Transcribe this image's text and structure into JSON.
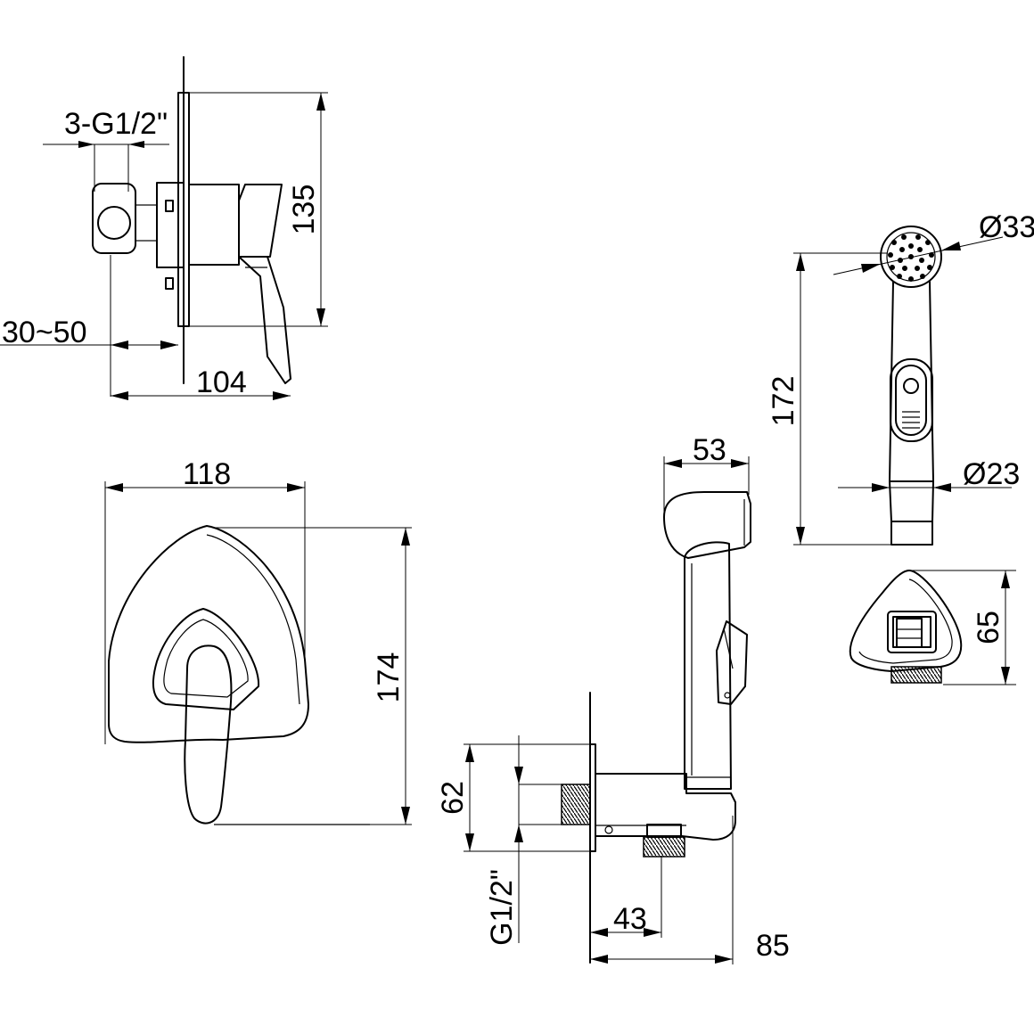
{
  "dimensions": {
    "thread_count": "3-G1/2\"",
    "depth_range": "30~50",
    "body_depth": "104",
    "body_height": "135",
    "plate_width": "118",
    "plate_height": "174",
    "holder_width": "53",
    "handset_length": "172",
    "head_diameter": "Ø33",
    "handle_diameter": "Ø23",
    "elbow_height": "65",
    "outlet_height": "62",
    "outlet_thread": "G1/2\"",
    "elbow_depth": "43",
    "total_depth": "85"
  }
}
